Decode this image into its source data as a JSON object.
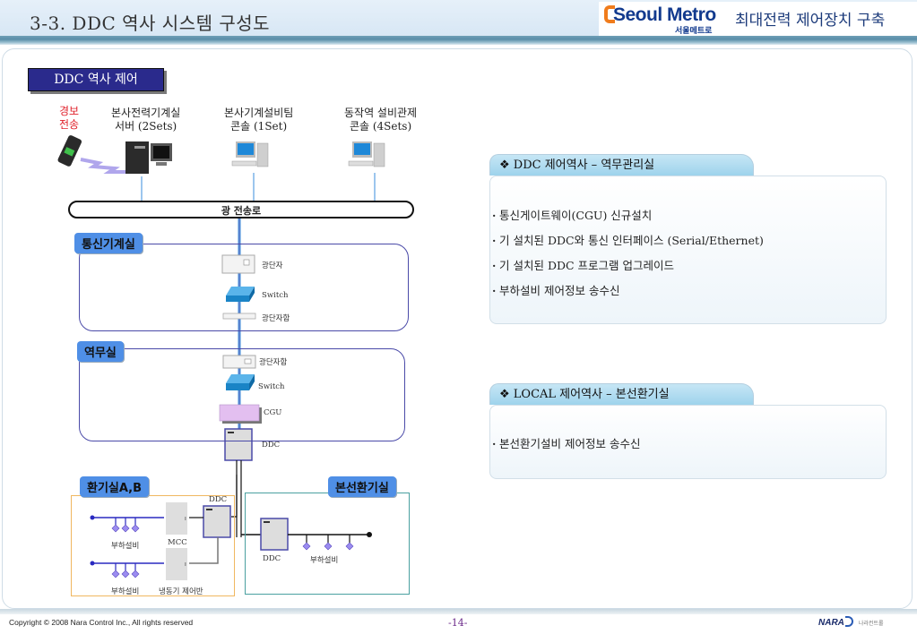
{
  "header": {
    "title": "3-3. DDC 역사 시스템 구성도",
    "logo_brand": "Seoul Metro",
    "logo_sub": "서울메트로",
    "project_title": "최대전력 제어장치 구축"
  },
  "diagram": {
    "section_tag": "DDC 역사 제어",
    "alarm_label": [
      "경보",
      "전송"
    ],
    "top_nodes": [
      {
        "line1": "본사전력기계실",
        "line2": "서버 (2Sets)",
        "icon": "server-icon"
      },
      {
        "line1": "본사기계설비팀",
        "line2": "콘솔 (1Set)",
        "icon": "desktop-computer-icon"
      },
      {
        "line1": "동작역 설비관제",
        "line2": "콘솔 (4Sets)",
        "icon": "desktop-computer-icon"
      }
    ],
    "bus_label": "광 전송로",
    "comm_room": {
      "tag": "통신기계실",
      "devices": [
        "광단자",
        "Switch",
        "광단자함"
      ]
    },
    "station_office": {
      "tag": "역무실",
      "devices": [
        "광단자함",
        "Switch",
        "CGU",
        "DDC"
      ]
    },
    "ventilation_ab": {
      "tag": "환기실A,B",
      "ddc_label": "DDC",
      "mcc_label": "MCC",
      "load_label_1": "부하설비",
      "load_label_2": "부하설비",
      "chiller_panel_label": "냉동기 제어반"
    },
    "mainline_ventilation": {
      "tag": "본선환기실",
      "ddc_label": "DDC",
      "load_label": "부하설비"
    }
  },
  "panels": [
    {
      "title": "❖ DDC 제어역사 – 역무관리실",
      "items": [
        "통신게이트웨이(CGU) 신규설치",
        "기 설치된 DDC와 통신 인터페이스 (Serial/Ethernet)",
        "기 설치된 DDC 프로그램 업그레이드",
        "부하설비 제어정보 송수신"
      ]
    },
    {
      "title": "❖ LOCAL 제어역사 – 본선환기실",
      "items": [
        "본선환기설비 제어정보 송수신"
      ]
    }
  ],
  "footer": {
    "copyright": "Copyright ©  2008 Nara Control Inc., All rights reserved",
    "page": "-14-",
    "company_logo": "NARA",
    "company_sub": "나라컨트롤"
  },
  "colors": {
    "title_bar": "#2a2a8c",
    "room_tag": "#4f8fe6",
    "room_border": "#4a4aa8",
    "alarm_text": "#e0202a",
    "load_node": "#9b8cf0",
    "fiber_line": "#3a6fd8",
    "cgu_fill": "#e3bff0"
  }
}
